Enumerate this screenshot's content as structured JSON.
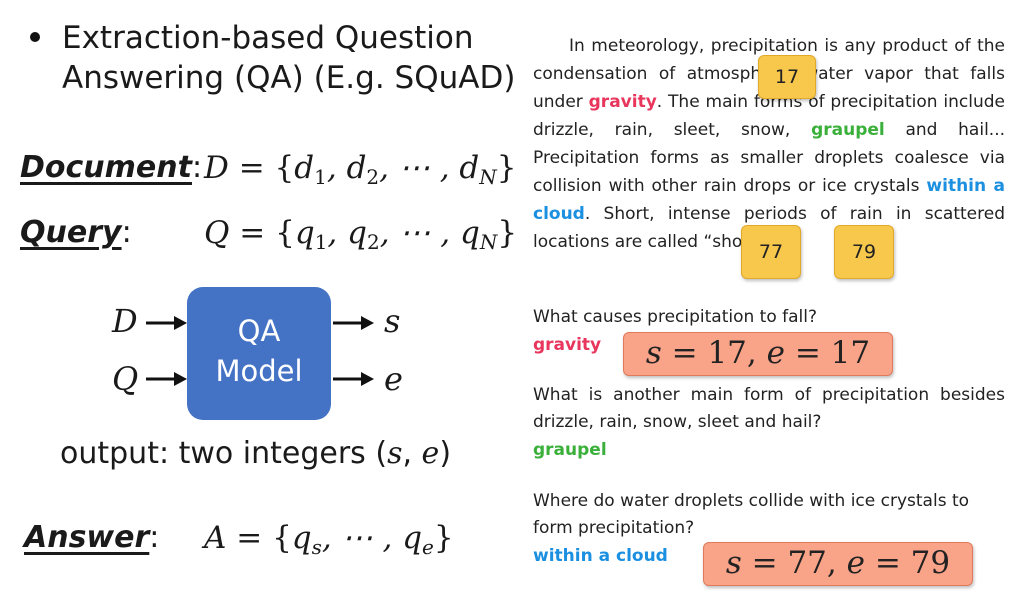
{
  "left": {
    "bullet": "Extraction-based Question Answering (QA) (E.g. SQuAD)",
    "document_label": "Document",
    "query_label": "Query",
    "answer_label": "Answer",
    "colon": ":",
    "document_eq": {
      "lhs": "D",
      "eq": " = {",
      "v1": "d",
      "s1": "1",
      "v2": ", d",
      "s2": "2",
      "mid": ", ⋯ , d",
      "sN": "N",
      "end": "}"
    },
    "query_eq": {
      "lhs": "Q",
      "eq": " = {",
      "v1": "q",
      "s1": "1",
      "v2": ", q",
      "s2": "2",
      "mid": ", ⋯ , q",
      "sN": "N",
      "end": "}"
    },
    "answer_eq": {
      "lhs": "A",
      "eq": " = {",
      "v1": "q",
      "s1": "s",
      "mid": ", ⋯ , q",
      "sN": "e",
      "end": "}"
    },
    "diagram": {
      "input_d": "D",
      "input_q": "Q",
      "box_line1": "QA",
      "box_line2": "Model",
      "output_s": "s",
      "output_e": "e",
      "box_color": "#4472c4"
    },
    "output_prefix": "output: two integers (",
    "output_s": "s",
    "output_sep": ", ",
    "output_e": "e",
    "output_suffix": ")"
  },
  "passage": {
    "p1": "In meteorology, precipitation is any product of the condensation of atmospheric water vapor that falls under ",
    "gravity": "gravity",
    "p2": ". The main forms of precipitation include drizzle, rain, sleet, snow, ",
    "graupel": "graupel",
    "p3": " and hail... Precipitation forms as smaller droplets coalesce via collision with other rain drops or ice crystals ",
    "cloud": "within a cloud",
    "p4": ". Short, intense periods of rain in scattered locations are called “showers”."
  },
  "tags": {
    "t17": "17",
    "t77": "77",
    "t79": "79"
  },
  "questions": [
    {
      "q": "What causes precipitation to fall?",
      "a": "gravity",
      "pill": {
        "s_label": "s",
        "s_val": " = 17, ",
        "e_label": "e",
        "e_val": " = 17"
      }
    },
    {
      "q": "What is another main form of precipitation besides drizzle, rain, snow, sleet and hail?",
      "a": "graupel"
    },
    {
      "q": "Where do water droplets collide with ice crystals to form precipitation?",
      "a": "within a cloud",
      "pill": {
        "s_label": "s",
        "s_val": " = 77, ",
        "e_label": "e",
        "e_val": " = 79"
      }
    }
  ],
  "colors": {
    "gravity": "#e8365d",
    "graupel": "#3ab03a",
    "cloud": "#1b8fe0",
    "tag": "#f8c84c",
    "pill": "#f9a488"
  }
}
